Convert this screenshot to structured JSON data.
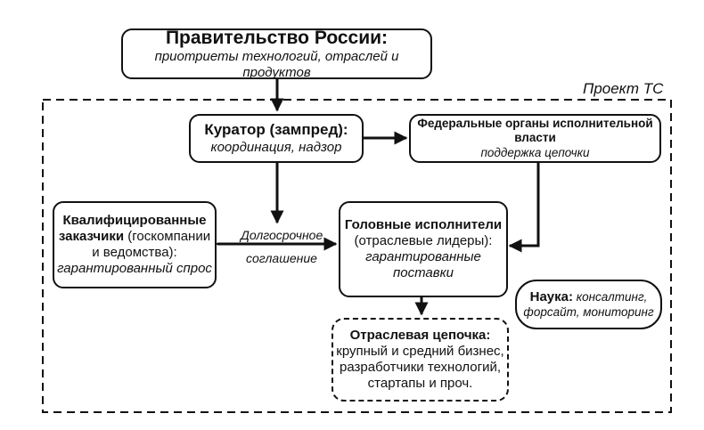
{
  "government": {
    "title": "Правительство России:",
    "subtitle": "приотриеты технологий, отраслей и продуктов"
  },
  "project": {
    "label": "Проект ТС"
  },
  "curator": {
    "title": "Куратор (зампред):",
    "subtitle": "координация, надзор"
  },
  "federal": {
    "title": "Федеральные органы исполнительной власти",
    "subtitle": "поддержка цепочки"
  },
  "customers": {
    "title_line1": "Квалифицированные",
    "title_line2": "заказчики",
    "note_line2": " (госкомпании",
    "line3": "и ведомства):",
    "subtitle": "гарантированный спрос"
  },
  "agreement": {
    "line1": "Долгосрочное",
    "line2": "соглашение"
  },
  "contractors": {
    "title": "Головные исполнители",
    "line2": "(отраслевые лидеры):",
    "sub1": "гарантированные",
    "sub2": "поставки"
  },
  "science": {
    "title": "Наука:",
    "sub1": " консалтинг,",
    "sub2": "форсайт, мониторинг"
  },
  "chain": {
    "title": "Отраслевая цепочка:",
    "line1": "крупный и средний бизнес,",
    "line2": "разработчики технологий,",
    "line3": "стартапы и проч."
  }
}
